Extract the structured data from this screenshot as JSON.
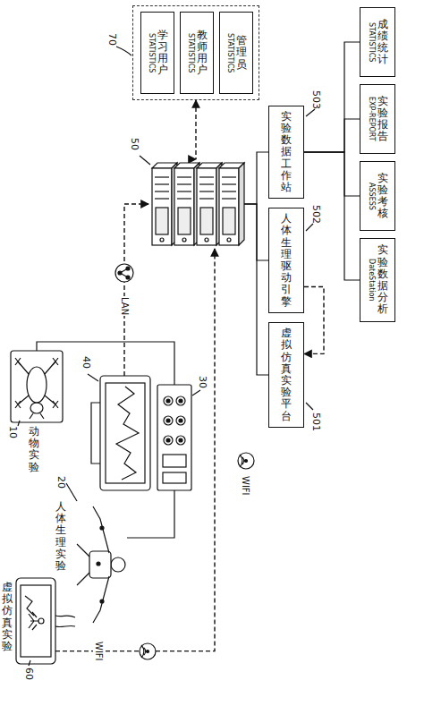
{
  "diagram": {
    "nodes": [
      {
        "text": [
          "70"
        ]
      },
      {
        "text": [
          "学习用户",
          "STATISTICS"
        ],
        "in": 0
      },
      {
        "text": [
          "教师用户",
          "STATISTICS"
        ],
        "in": 0
      },
      {
        "text": [
          "管理员",
          "STATISTICS"
        ],
        "in": 0
      },
      {
        "text": [
          "成绩统计",
          "STATISTICS"
        ]
      },
      {
        "text": [
          "实验报告",
          "EXP-REPORT"
        ]
      },
      {
        "text": [
          "实验考核",
          "ASSESS"
        ]
      },
      {
        "text": [
          "实验数据分析",
          "DateStation"
        ]
      },
      {
        "text": [
          "50"
        ]
      },
      {
        "text": [
          "实验数据工作站",
          "503"
        ]
      },
      {
        "text": [
          "人体生理驱动引擎",
          "502"
        ]
      },
      {
        "text": [
          "虚拟仿真实验平台",
          "501"
        ]
      },
      {
        "text": [
          "40"
        ]
      },
      {
        "text": [
          "30"
        ]
      },
      {
        "text": [
          "10",
          "动物实验"
        ]
      },
      {
        "text": [
          "20",
          "人体生理实验"
        ]
      },
      {
        "text": [
          "60",
          "虚拟仿真实验"
        ]
      }
    ],
    "edges": [
      {
        "from": 0,
        "to": 8,
        "arrow": "both"
      },
      {
        "from": 12,
        "to": 8,
        "label": "LAN",
        "arrow": "to"
      },
      {
        "from": 16,
        "to": 8,
        "label": "WIFI",
        "arrow": "to"
      },
      {
        "from": 8,
        "to": 9,
        "arrow": "none"
      },
      {
        "from": 8,
        "to": 10,
        "arrow": "none"
      },
      {
        "from": 8,
        "to": 11,
        "arrow": "none"
      },
      {
        "from": 10,
        "to": 11,
        "arrow": "to"
      },
      {
        "from": 9,
        "to": 4,
        "arrow": "none"
      },
      {
        "from": 9,
        "to": 5,
        "arrow": "none"
      },
      {
        "from": 9,
        "to": 6,
        "arrow": "none"
      },
      {
        "from": 9,
        "to": 7,
        "arrow": "none"
      },
      {
        "from": 14,
        "to": 13,
        "arrow": "none"
      },
      {
        "from": 15,
        "to": 13,
        "arrow": "none"
      }
    ],
    "labels": [
      "WIFI"
    ]
  }
}
